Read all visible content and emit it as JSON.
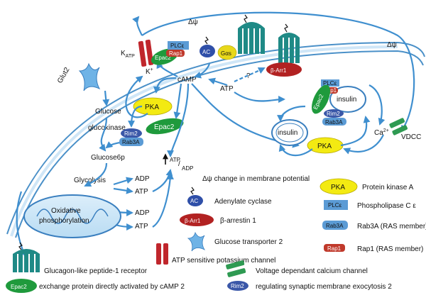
{
  "diagram": {
    "membrane_potential_left": "Δψ",
    "membrane_potential_right": "Δψ",
    "katp_label": "K",
    "katp_sub": "ATP",
    "k_plus": "K",
    "k_plus_sup": "+",
    "glut2": "Glut2",
    "glucose": "Glucose",
    "glucokinase": "glucokinase",
    "glucose6p": "Glucose6p",
    "glycolysis": "Glycolysis",
    "oxphos_line1": "Oxidative",
    "oxphos_line2": "phosphorylation",
    "adp1": "ADP",
    "atp1": "ATP",
    "adp2": "ADP",
    "atp2": "ATP",
    "atp_adp_ratio_top": "ATP",
    "atp_adp_ratio_bottom": "ADP",
    "camp": "cAMP",
    "atp_center": "ATP",
    "question": "?",
    "pka": "PKA",
    "pka2": "PKA",
    "epac2_top": "Epac2",
    "epac2_mid": "Epac2",
    "epac2_right": "Epac2",
    "rim2_left": "Rim2",
    "rab3a_left": "Rab3A",
    "rim2_right": "Rim2",
    "rab3a_right": "Rab3A",
    "plce_top": "PLCε",
    "rap1_top": "Rap1",
    "plce_right": "PLCε",
    "rap1_right": "Rap1",
    "ac": "AC",
    "gas": "Gαs",
    "barr1": "β-Arr1",
    "insulin_granule": "insulin",
    "insulin_vesicle": "insulin",
    "ca": "Ca",
    "ca_sup": "2+",
    "vdcc": "VDCC"
  },
  "legend": {
    "membrane_potential": "Δψ change in membrane potential",
    "ac_icon": "AC",
    "adenylate_cyclase": "Adenylate cyclase",
    "barr_icon": "β-Arr1",
    "beta_arrestin": "β-arrestin 1",
    "glucose_transporter": "Glucose transporter 2",
    "katp_channel": "ATP sensitive potassium channel",
    "glp1r": "Glucagon-like peptide-1 receptor",
    "epac_icon": "Epac2",
    "epac_desc": "exchange protein directly activated by cAMP 2",
    "pka_icon": "PKA",
    "protein_kinase_a": "Protein kinase A",
    "plce_icon": "PLCε",
    "phospholipase": "Phospholipase C ε",
    "rab3a_icon": "Rab3A",
    "rab3a_desc": "Rab3A (RAS member)",
    "rap1_icon": "Rap1",
    "rap1_desc": "Rap1 (RAS member)",
    "vdcc_desc": "Voltage dependant calcium channel",
    "rim2_icon": "Rim2",
    "rim2_desc": "regulating synaptic membrane exocytosis 2"
  },
  "colors": {
    "arrow": "#3f8fcf",
    "membrane": "#4a90c8",
    "pka": "#f3ea12",
    "epac2": "#1f9a3c",
    "plce": "#5b9bd5",
    "rap1": "#c0392b",
    "ac": "#2f4fa8",
    "barr1": "#b22222",
    "gas": "#e8d81a",
    "rim2": "#3a57a8",
    "receptor": "#1f8a86",
    "katp": "#c0262c",
    "vdcc": "#2e9a52"
  }
}
